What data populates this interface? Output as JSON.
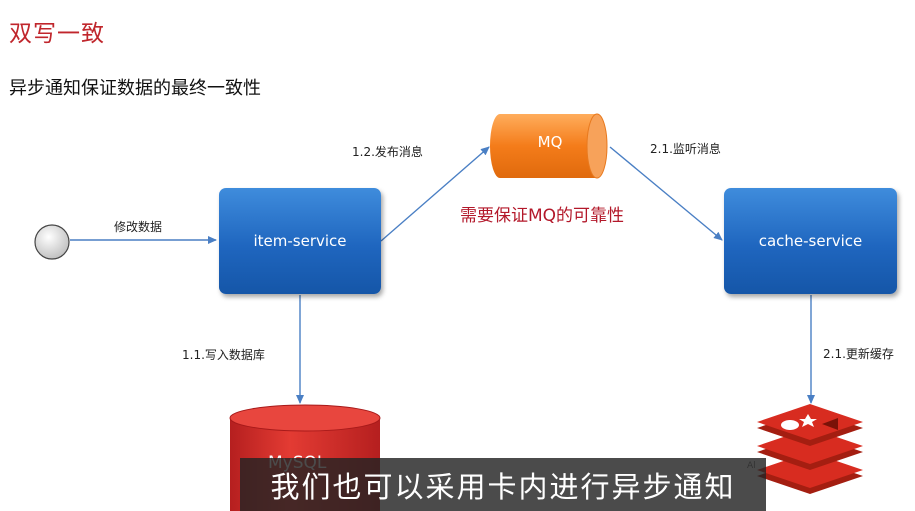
{
  "title": "双写一致",
  "subtitle": "异步通知保证数据的最终一致性",
  "nodes": {
    "item_service": "item-service",
    "cache_service": "cache-service",
    "mq": "MQ",
    "mysql": "MySQL"
  },
  "edges": {
    "modify_data": "修改数据",
    "publish": "1.2.发布消息",
    "listen": "2.1.监听消息",
    "write_db": "1.1.写入数据库",
    "update_cache": "2.1.更新缓存"
  },
  "note": "需要保证MQ的可靠性",
  "caption": "我们也可以采用卡内进行异步通知",
  "colors": {
    "title": "#c0262c",
    "service_box": "#2a6fc9",
    "mq": "#f07b1c",
    "mysql": "#d32f2f",
    "redis": "#d82c20",
    "note": "#b3182a",
    "arrow": "#4a7fc4"
  }
}
